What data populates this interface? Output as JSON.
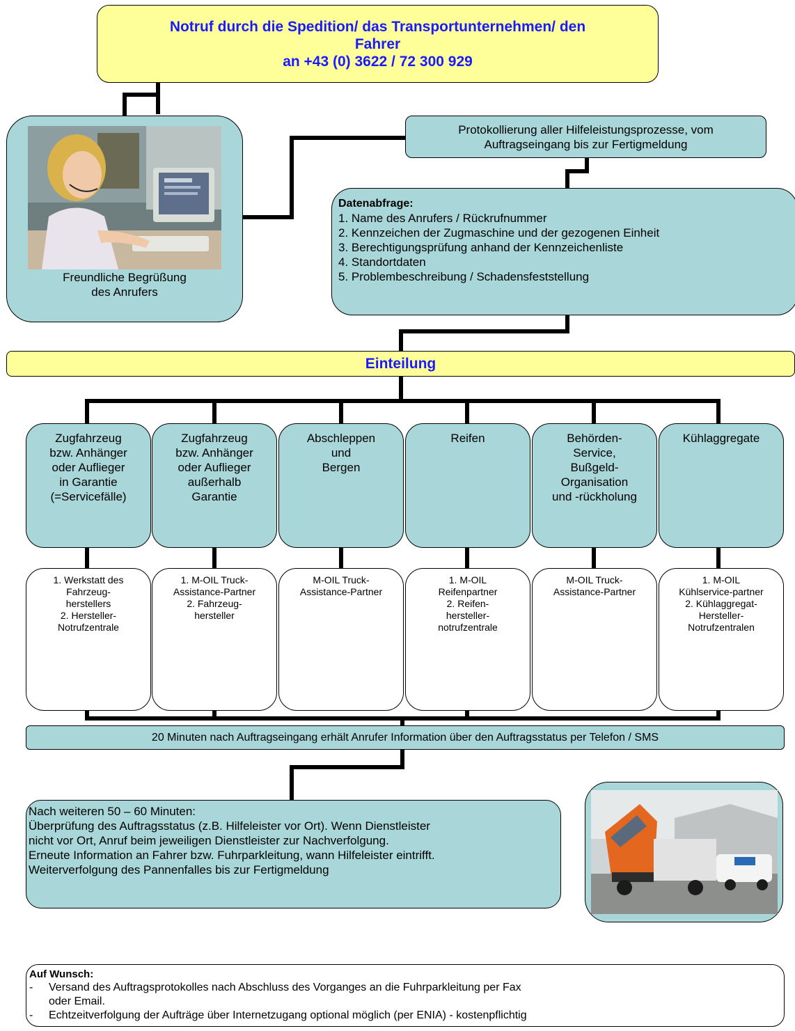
{
  "header": {
    "line1": "Notruf durch die Spedition/ das Transportunternehmen/ den",
    "line2": "Fahrer",
    "line3": "an +43 (0) 3622 / 72 300 929"
  },
  "greeting": {
    "caption": "Freundliche Begrüßung\ndes Anrufers"
  },
  "protocol": {
    "text": "Protokollierung aller Hilfeleistungsprozesse, vom\nAuftragseingang bis zur Fertigmeldung"
  },
  "data_query": {
    "title": "Datenabfrage:",
    "items": [
      "1. Name des Anrufers / Rückrufnummer",
      "2. Kennzeichen der Zugmaschine und der gezogenen Einheit",
      "3. Berechtigungsprüfung anhand der Kennzeichenliste",
      "4. Standortdaten",
      "5. Problembeschreibung / Schadensfeststellung"
    ]
  },
  "classification": {
    "label": "Einteilung"
  },
  "categories": [
    {
      "label": "Zugfahrzeug\nbzw. Anhänger\noder Auflieger\nin Garantie\n(=Servicefälle)",
      "partner": "1. Werkstatt des\nFahrzeug-\nherstellers\n2. Hersteller-\nNotrufzentrale"
    },
    {
      "label": "Zugfahrzeug\nbzw. Anhänger\noder Auflieger\naußerhalb\nGarantie",
      "partner": "1. M-OIL Truck-\nAssistance-Partner\n2. Fahrzeug-\nhersteller"
    },
    {
      "label": "Abschleppen\nund\nBergen",
      "partner": "M-OIL Truck-\nAssistance-Partner"
    },
    {
      "label": "Reifen",
      "partner": "1. M-OIL\nReifenpartner\n2. Reifen-\nhersteller-\nnotrufzentrale"
    },
    {
      "label": "Behörden-\nService,\nBußgeld-\nOrganisation\nund -rückholung",
      "partner": "M-OIL Truck-\nAssistance-Partner"
    },
    {
      "label": "Kühlaggregate",
      "partner": "1. M-OIL\nKühlservice-partner\n2. Kühlaggregat-\nHersteller-\nNotrufzentralen"
    }
  ],
  "status_info": {
    "text": "20 Minuten nach Auftragseingang erhält Anrufer Information über den Auftragsstatus per Telefon / SMS"
  },
  "followup": {
    "text": "Nach weiteren 50 – 60 Minuten:\nÜberprüfung des Auftragsstatus (z.B. Hilfeleister vor Ort). Wenn Dienstleister\nnicht vor Ort, Anruf beim jeweiligen Dienstleister zur Nachverfolgung.\nErneute Information an Fahrer bzw. Fuhrparkleitung, wann Hilfeleister eintrifft.\nWeiterverfolgung des Pannenfalles bis zur Fertigmeldung"
  },
  "on_request": {
    "title": "Auf Wunsch:",
    "items": [
      "Versand des Auftragsprotokolles nach Abschluss des Vorganges an die Fuhrparkleitung per Fax\noder Email.",
      "Echtzeitverfolgung der Aufträge über Internetzugang optional möglich (per ENIA) - kostenpflichtig"
    ]
  },
  "colors": {
    "teal": "#a9d6d8",
    "yellow": "#ffff99",
    "title_blue": "#1a1aff"
  }
}
